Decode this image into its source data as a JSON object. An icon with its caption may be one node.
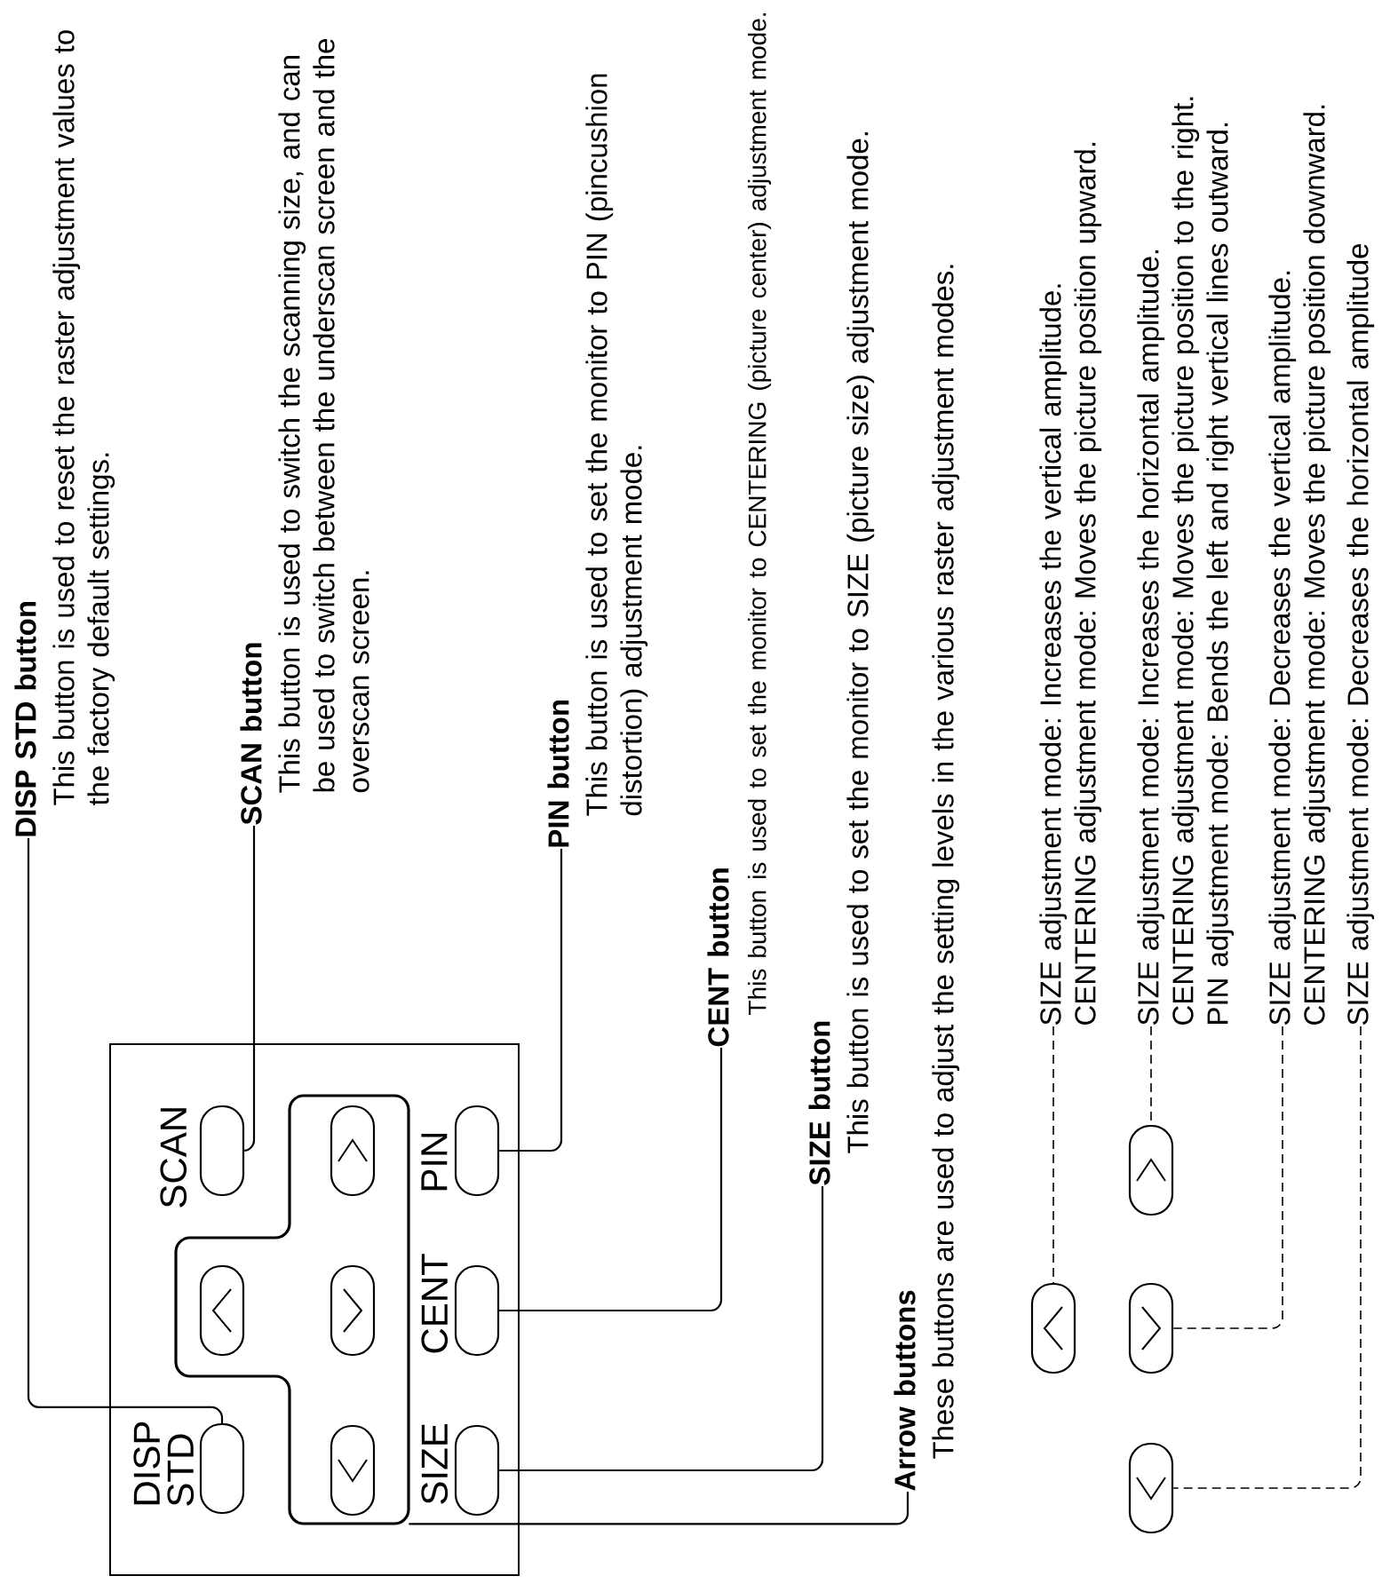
{
  "diagram": {
    "nodes": [
      {
        "text": [],
        "shape": "box"
      },
      {
        "text": [
          "DISP STD"
        ],
        "in": 0
      },
      {
        "text": [
          "SCAN"
        ],
        "in": 0
      },
      {
        "text": [],
        "shape": "box",
        "in": 0
      },
      {
        "text": [],
        "shape": "button",
        "in": 3
      },
      {
        "text": [],
        "shape": "button",
        "in": 3
      },
      {
        "text": [],
        "shape": "button",
        "in": 3
      },
      {
        "text": [],
        "shape": "button",
        "in": 3
      },
      {
        "text": [
          "PIN"
        ],
        "in": 0
      },
      {
        "text": [
          "CENT"
        ],
        "in": 0
      },
      {
        "text": [
          "SIZE"
        ],
        "in": 0
      },
      {
        "text": [
          "DISP STD button",
          "This button is used to reset the raster adjustment values to the factory default settings."
        ]
      },
      {
        "text": [
          "SCAN button",
          "This button is used to switch the scanning size, and can be used to switch between the underscan screen and the overscan screen."
        ]
      },
      {
        "text": [
          "PIN button",
          "This button is used to set the monitor to PIN (pincushion distortion) adjustment mode."
        ]
      },
      {
        "text": [
          "CENT button",
          "This button is used to set the monitor to CENTERING (picture center) adjustment mode."
        ]
      },
      {
        "text": [
          "SIZE button",
          "This button is used to set the monitor to SIZE (picture size) adjustment mode."
        ]
      },
      {
        "text": [
          "Arrow buttons",
          "These buttons are used to adjust the setting levels in the various raster adjustment modes."
        ]
      },
      {
        "text": [],
        "shape": "button"
      },
      {
        "text": [],
        "shape": "button"
      },
      {
        "text": [],
        "shape": "button"
      },
      {
        "text": [],
        "shape": "button"
      },
      {
        "text": [
          "SIZE adjustment mode: Increases the vertical amplitude.",
          "CENTERING adjustment mode: Moves the picture position upward."
        ]
      },
      {
        "text": [
          "SIZE adjustment mode: Increases the horizontal amplitude.",
          "CENTERING adjustment mode: Moves the picture position to the right.",
          "PIN adjustment mode: Bends the left and right vertical lines outward."
        ]
      },
      {
        "text": [
          "SIZE adjustment mode: Decreases the vertical amplitude.",
          "CENTERING adjustment mode: Moves the picture position downward."
        ]
      },
      {
        "text": [
          "SIZE adjustment mode: Decreases the horizontal amplitude"
        ]
      }
    ],
    "edges": [
      {
        "from": 11,
        "to": 1,
        "arrow": "none"
      },
      {
        "from": 12,
        "to": 2,
        "arrow": "none"
      },
      {
        "from": 13,
        "to": 8,
        "arrow": "none"
      },
      {
        "from": 14,
        "to": 9,
        "arrow": "none"
      },
      {
        "from": 15,
        "to": 10,
        "arrow": "none"
      },
      {
        "from": 16,
        "to": 3,
        "arrow": "none"
      },
      {
        "from": 21,
        "to": 17,
        "arrow": "none",
        "style": "dashed"
      },
      {
        "from": 22,
        "to": 18,
        "arrow": "none",
        "style": "dashed"
      },
      {
        "from": 23,
        "to": 19,
        "arrow": "none",
        "style": "dashed"
      },
      {
        "from": 24,
        "to": 20,
        "arrow": "none",
        "style": "dashed"
      }
    ]
  }
}
